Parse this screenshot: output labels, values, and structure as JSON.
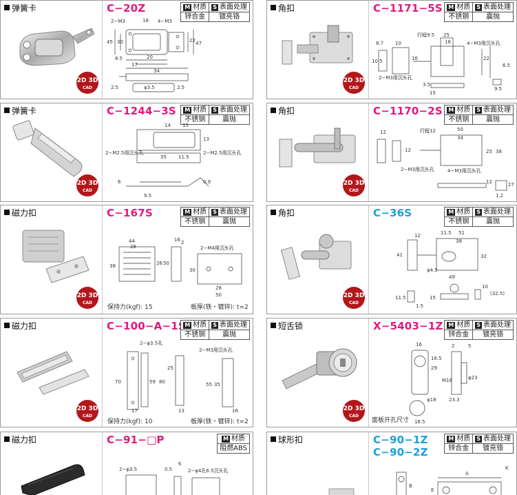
{
  "cards": [
    {
      "category": "弹簧卡",
      "code": "C−20Z",
      "material_label": "材质",
      "surface_label": "表面处理",
      "material": "锌合金",
      "surface": "镀亮铬"
    },
    {
      "category": "角扣",
      "code": "C−1171−5S",
      "material_label": "材质",
      "surface_label": "表面处理",
      "material": "不锈钢",
      "surface": "震抛"
    },
    {
      "category": "弹簧卡",
      "code": "C−1244−3S",
      "material_label": "材质",
      "surface_label": "表面处理",
      "material": "不锈钢",
      "surface": "震抛"
    },
    {
      "category": "角扣",
      "code": "C−1170−2S",
      "material_label": "材质",
      "surface_label": "表面处理",
      "material": "不锈钢",
      "surface": "震抛"
    },
    {
      "category": "磁力扣",
      "code": "C−167S",
      "material_label": "材质",
      "surface_label": "表面处理",
      "material": "不锈钢",
      "surface": "震抛",
      "note_left": "保持力(kgf): 15",
      "note_right": "板厚(铁・镀锌): t=2"
    },
    {
      "category": "角扣",
      "code": "C−36S",
      "material_label": "材质",
      "surface_label": "表面处理",
      "material": "不锈钢",
      "surface": "震抛"
    },
    {
      "category": "磁力扣",
      "code": "C−100−A−1S",
      "material_label": "材质",
      "surface_label": "表面处理",
      "material": "不锈钢",
      "surface": "震抛",
      "note_left": "保持力(kgf): 10",
      "note_right": "板厚(铁・镀锌): t=2"
    },
    {
      "category": "短舌锁",
      "code": "X−5403−1Z",
      "material_label": "材质",
      "surface_label": "表面处理",
      "material": "锌合金",
      "surface": "镀亮铬",
      "note_left": "面板开孔尺寸"
    },
    {
      "category": "磁力扣",
      "code": "C−91−□P",
      "material_label": "材质",
      "material": "阻燃ABS"
    },
    {
      "category": "球形扣",
      "code": "C−90−1Z",
      "code2": "C−90−2Z",
      "material_label": "材质",
      "surface_label": "表面处理",
      "material": "锌合金",
      "surface": "镀亮铬"
    }
  ],
  "badge": {
    "line1": "2D 3D",
    "line2": "CAD"
  },
  "spec_markers": {
    "material": "M",
    "surface": "S"
  },
  "dims": {
    "c20z": [
      "2−M3",
      "18",
      "4−M3",
      "45",
      "30",
      "22",
      "47",
      "8.5",
      "20",
      "17",
      "34",
      "2.5",
      "φ3.5",
      "2.5"
    ],
    "c1171": [
      "8.7",
      "10",
      "行程9.5",
      "25",
      "16",
      "4−M3用沉头孔",
      "10.5",
      "2−M3用沉头孔",
      "16",
      "22",
      "6.5",
      "3.5",
      "15",
      "9.5"
    ],
    "c1244": [
      "14",
      "15",
      "2−M2.5用沉头孔",
      "2−M2.5用沉头孔",
      "35",
      "11.5",
      "13",
      "6",
      "9.5",
      "0.9"
    ],
    "c1170": [
      "12",
      "行程12",
      "50",
      "34",
      "12",
      "25",
      "38",
      "2−M3用沉头孔",
      "4−M3用沉头孔",
      "12",
      "1.2",
      "27"
    ],
    "c167": [
      "44",
      "28",
      "16",
      "2",
      "38",
      "26",
      "50",
      "2−M4用沉头孔",
      "30",
      "28",
      "50"
    ],
    "c36": [
      "12",
      "11.5",
      "51",
      "38",
      "41",
      "32",
      "φ4.5",
      "49",
      "10",
      "(32.5)",
      "11.5",
      "1.5",
      "15"
    ],
    "c100": [
      "2−φ3.5孔",
      "2−M3用沉头孔",
      "70",
      "59",
      "80",
      "25",
      "35",
      "55",
      "17",
      "13",
      "16"
    ],
    "x5403": [
      "16",
      "2",
      "16.5",
      "5",
      "29",
      "M18",
      "φ23",
      "φ18",
      "23.3",
      "16.5"
    ],
    "c91": [
      "2−φ3.5",
      "0.5",
      "K",
      "2−φ4孔6.5沉头孔"
    ],
    "c90": [
      "A",
      "B",
      "E",
      "K"
    ]
  }
}
